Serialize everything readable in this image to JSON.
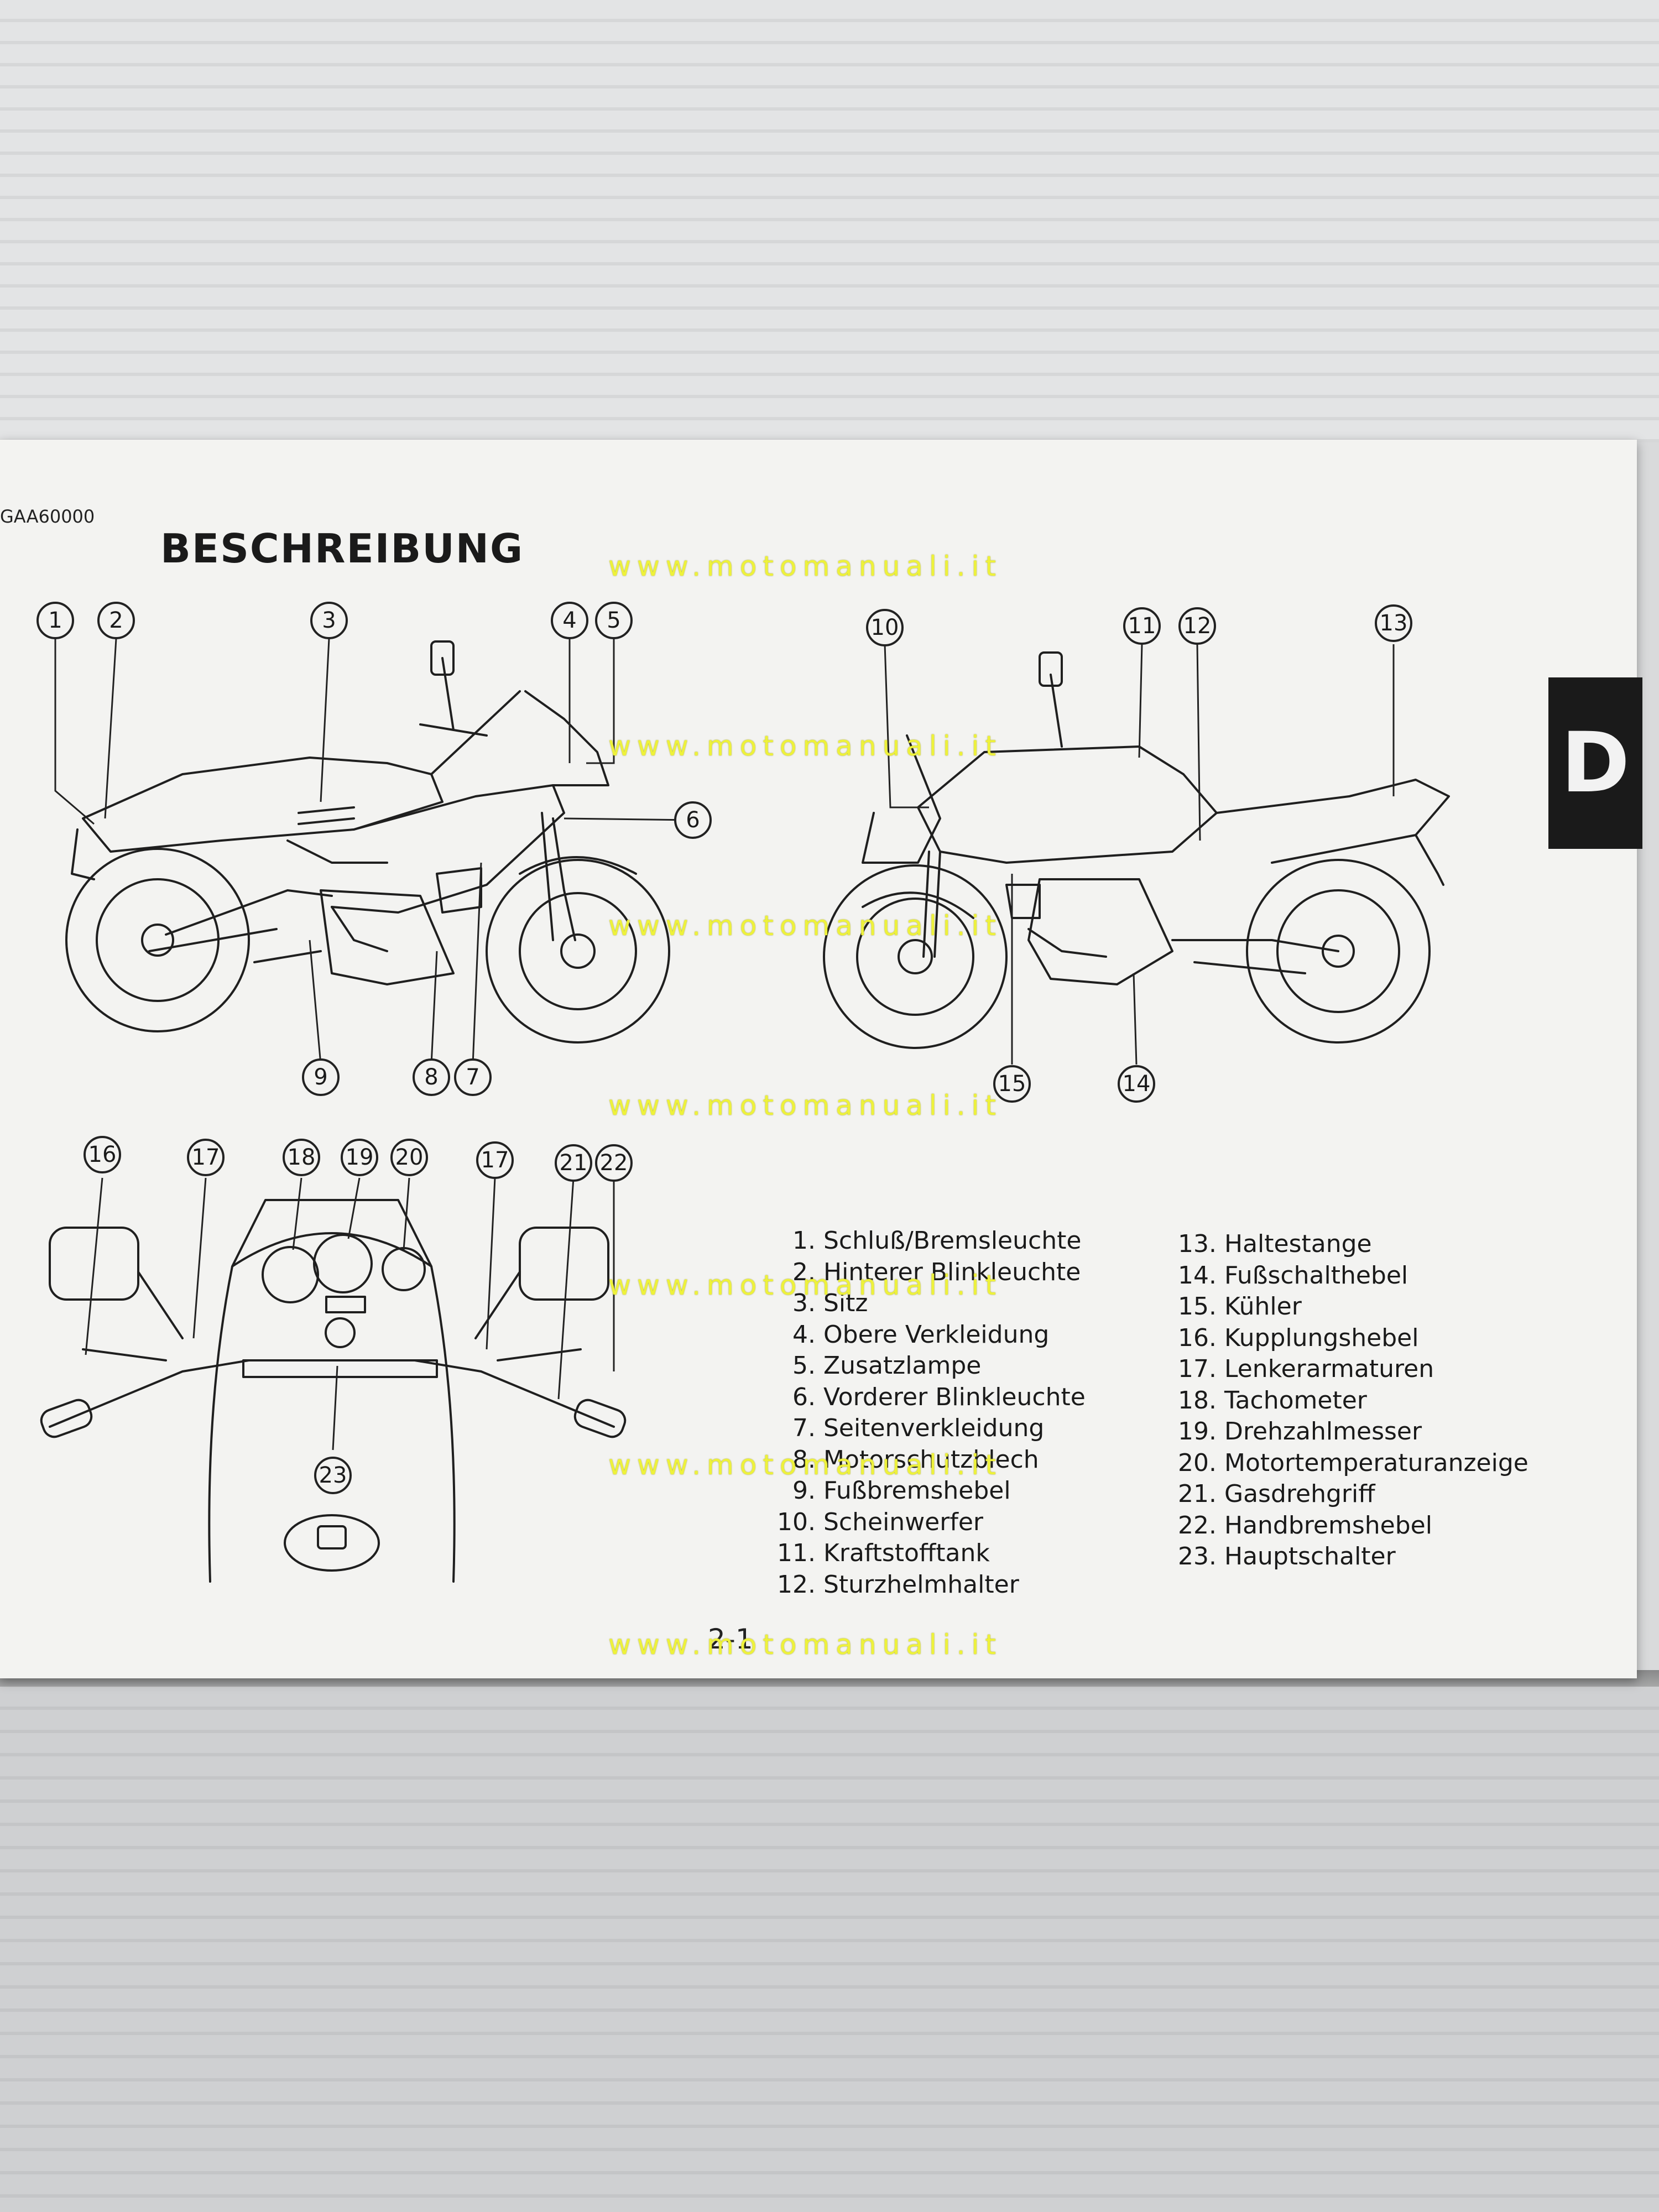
{
  "page": {
    "code": "GAA60000",
    "title": "BESCHREIBUNG",
    "tab_letter": "D",
    "page_number": "2-1",
    "watermark": "www.motomanuali.it"
  },
  "callouts": [
    "1",
    "2",
    "3",
    "4",
    "5",
    "6",
    "7",
    "8",
    "9",
    "10",
    "11",
    "12",
    "13",
    "14",
    "15",
    "16",
    "17",
    "18",
    "19",
    "20",
    "21",
    "22",
    "23",
    "17"
  ],
  "legend_left": [
    {
      "num": "1.",
      "label": "Schluß/Bremsleuchte"
    },
    {
      "num": "2.",
      "label": "Hinterer Blinkleuchte"
    },
    {
      "num": "3.",
      "label": "Sitz"
    },
    {
      "num": "4.",
      "label": "Obere Verkleidung"
    },
    {
      "num": "5.",
      "label": "Zusatzlampe"
    },
    {
      "num": "6.",
      "label": "Vorderer Blinkleuchte"
    },
    {
      "num": "7.",
      "label": "Seitenverkleidung"
    },
    {
      "num": "8.",
      "label": "Motorschutzblech"
    },
    {
      "num": "9.",
      "label": "Fußbremshebel"
    },
    {
      "num": "10.",
      "label": "Scheinwerfer"
    },
    {
      "num": "11.",
      "label": "Kraftstofftank"
    },
    {
      "num": "12.",
      "label": "Sturzhelmhalter"
    }
  ],
  "legend_right": [
    {
      "num": "13.",
      "label": "Haltestange"
    },
    {
      "num": "14.",
      "label": "Fußschalthebel"
    },
    {
      "num": "15.",
      "label": "Kühler"
    },
    {
      "num": "16.",
      "label": "Kupplungshebel"
    },
    {
      "num": "17.",
      "label": "Lenkerarmaturen"
    },
    {
      "num": "18.",
      "label": "Tachometer"
    },
    {
      "num": "19.",
      "label": "Drehzahlmesser"
    },
    {
      "num": "20.",
      "label": "Motortemperaturanzeige"
    },
    {
      "num": "21.",
      "label": "Gasdrehgriff"
    },
    {
      "num": "22.",
      "label": "Handbremshebel"
    },
    {
      "num": "23.",
      "label": "Hauptschalter"
    }
  ]
}
